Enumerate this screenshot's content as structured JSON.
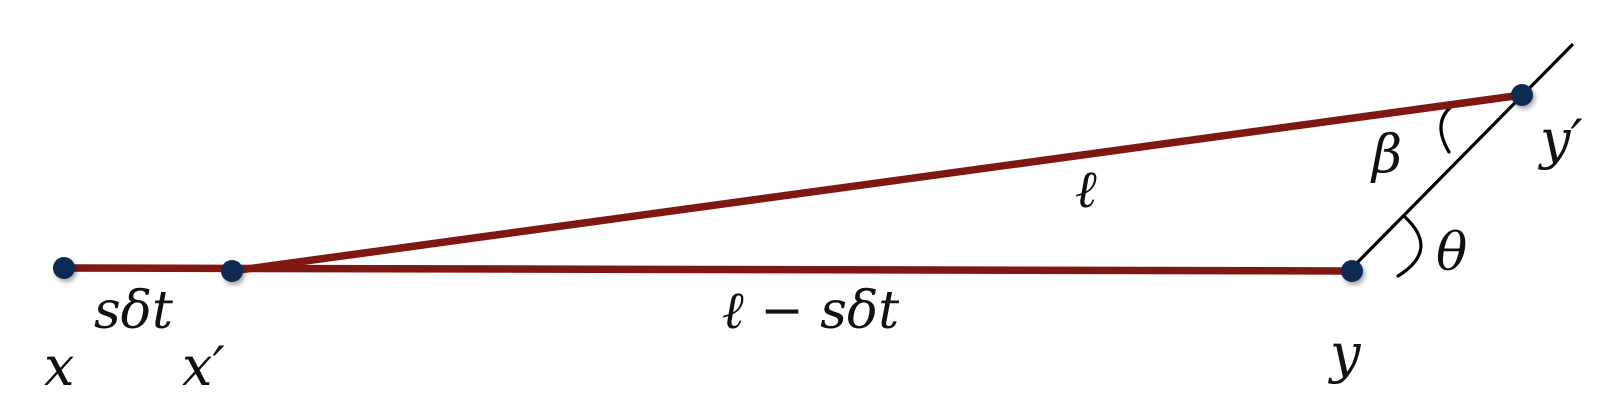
{
  "colors": {
    "segment": "#7f1712",
    "point": "#0b2a52",
    "guide": "#000000",
    "text": "#111111"
  },
  "labels": {
    "x": "x",
    "x_prime": "x′",
    "y": "y",
    "y_prime": "y′",
    "s_delta_t": "sδt",
    "ell": "ℓ",
    "ell_minus_s_delta_t": "ℓ − sδt",
    "beta": "β",
    "theta": "θ"
  }
}
